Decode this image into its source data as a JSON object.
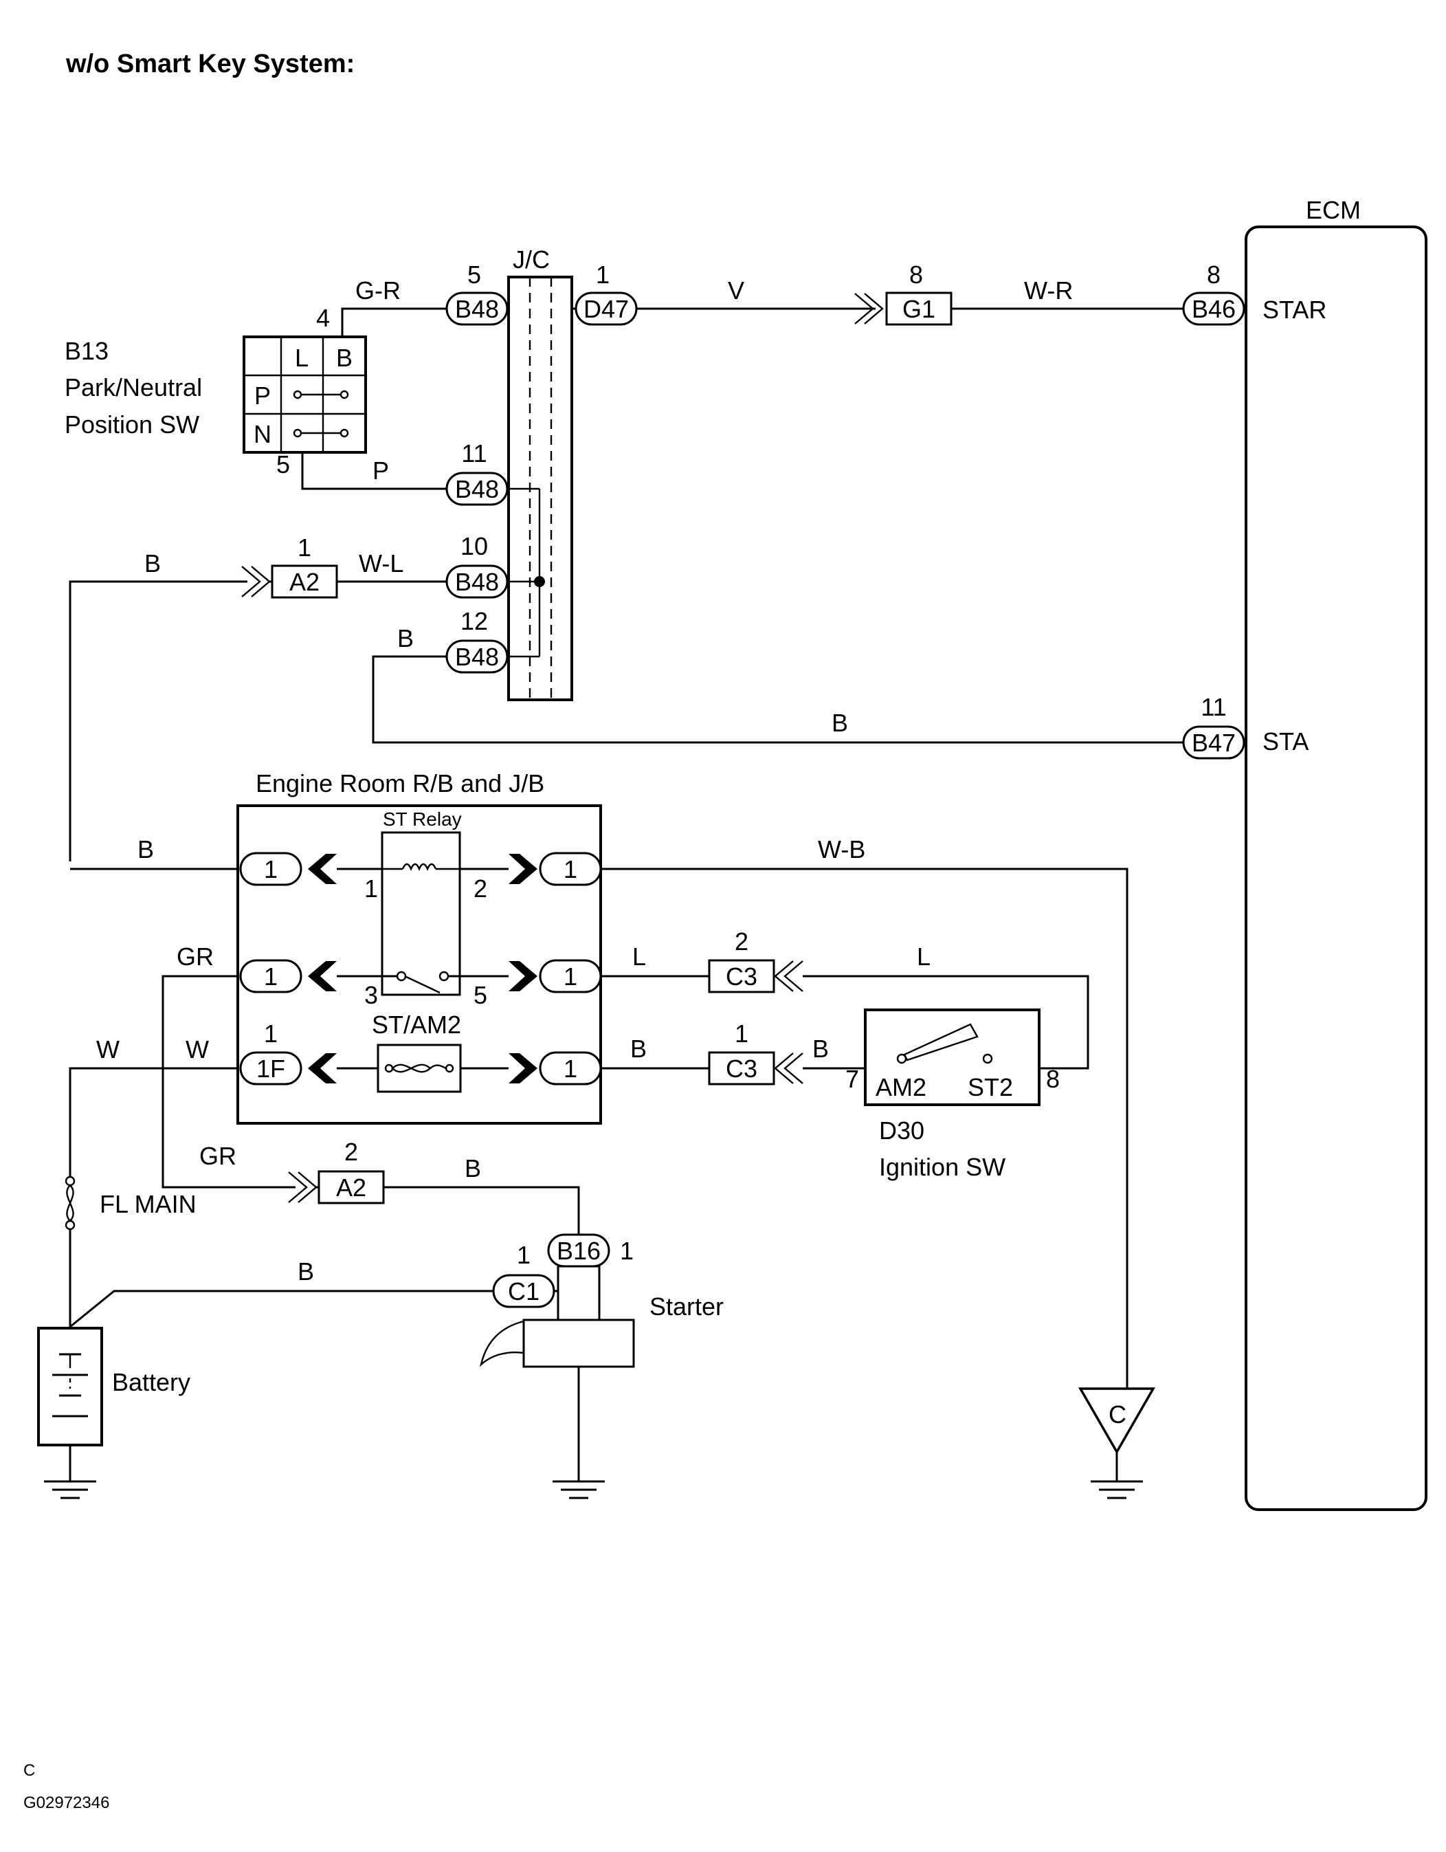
{
  "header": {
    "title": "w/o Smart Key System:"
  },
  "footer": {
    "code1": "C",
    "code2": "G02972346"
  },
  "ecm": {
    "label": "ECM",
    "star": "STAR",
    "sta": "STA"
  },
  "jc": {
    "label": "J/C"
  },
  "pnsw": {
    "id": "B13",
    "name1": "Park/Neutral",
    "name2": "Position SW",
    "colL": "L",
    "colB": "B",
    "rowP": "P",
    "rowN": "N",
    "pin_top": "4",
    "pin_bottom": "5"
  },
  "erb": {
    "label": "Engine Room R/B and J/B",
    "relay": "ST Relay",
    "fuse": "ST/AM2",
    "pin1": "1",
    "pin2": "2",
    "pin3": "3",
    "pin5": "5",
    "fuse_pin": "1"
  },
  "ign": {
    "id": "D30",
    "name": "Ignition SW",
    "am2": "AM2",
    "st2": "ST2",
    "pin7": "7",
    "pin8": "8"
  },
  "starter": {
    "label": "Starter",
    "pin_left": "1",
    "pin_right": "1"
  },
  "battery": {
    "label": "Battery"
  },
  "fl_main": {
    "label": "FL MAIN"
  },
  "ground_c": {
    "label": "C"
  },
  "connectors": {
    "b48a": {
      "code": "B48",
      "pin": "5"
    },
    "d47": {
      "code": "D47",
      "pin": "1"
    },
    "g1": {
      "code": "G1",
      "pin": "8"
    },
    "b46": {
      "code": "B46",
      "pin": "8"
    },
    "b48b": {
      "code": "B48",
      "pin": "11"
    },
    "a2a": {
      "code": "A2",
      "pin": "1"
    },
    "b48c": {
      "code": "B48",
      "pin": "10"
    },
    "b48d": {
      "code": "B48",
      "pin": "12"
    },
    "b47": {
      "code": "B47",
      "pin": "11"
    },
    "erb1": {
      "code": "1"
    },
    "erb2": {
      "code": "1"
    },
    "erb3": {
      "code": "1"
    },
    "erb4": {
      "code": "1"
    },
    "erb5": {
      "code": "1"
    },
    "erb1f": {
      "code": "1F"
    },
    "c3a": {
      "code": "C3",
      "pin": "2"
    },
    "c3b": {
      "code": "C3",
      "pin": "1"
    },
    "a2b": {
      "code": "A2",
      "pin": "2"
    },
    "b16": {
      "code": "B16"
    },
    "c1": {
      "code": "C1"
    }
  },
  "wires": {
    "gr_top": "G-R",
    "v": "V",
    "w_r": "W-R",
    "p": "P",
    "b_a2": "B",
    "w_l": "W-L",
    "b_12": "B",
    "b_sta": "B",
    "b_erb": "B",
    "w_b": "W-B",
    "gr_erb": "GR",
    "l_c3": "L",
    "l_ign": "L",
    "w_left": "W",
    "w_fuse": "W",
    "b_c3": "B",
    "b_ign": "B",
    "gr_a2": "GR",
    "b_a2b": "B",
    "b_c1": "B"
  }
}
